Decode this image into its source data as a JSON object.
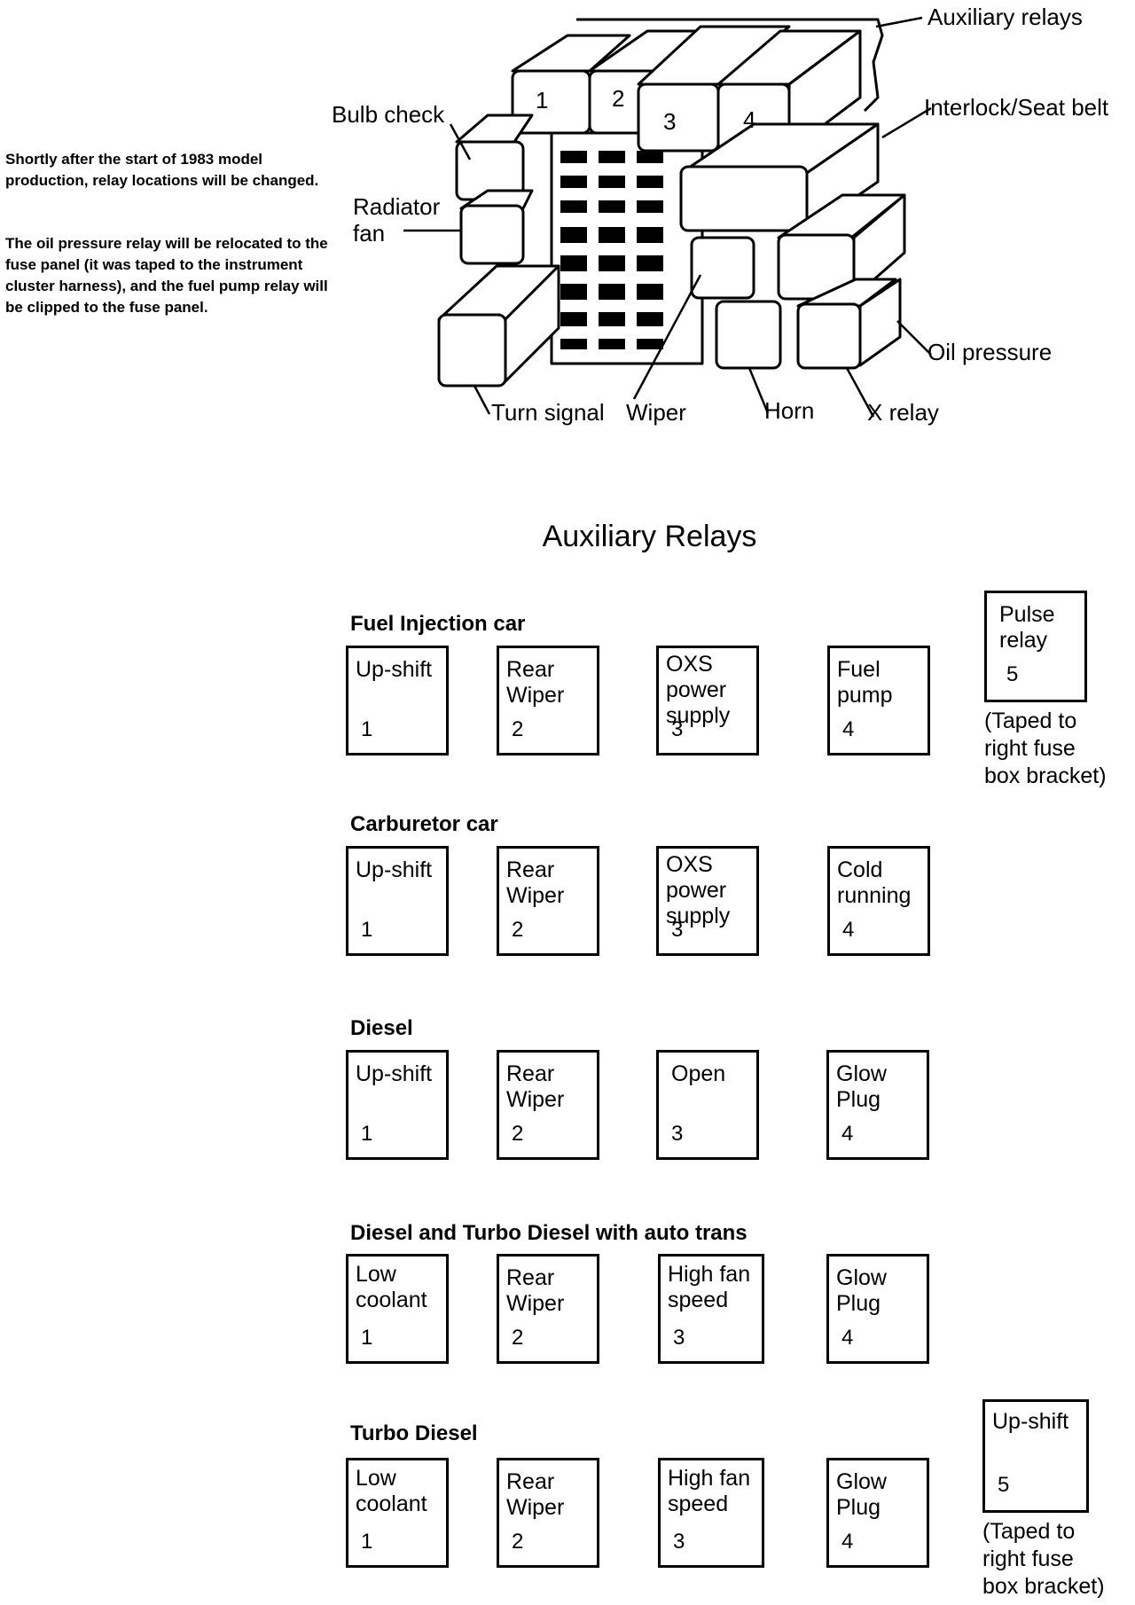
{
  "note": {
    "para1": "Shortly after the start of 1983 model production, relay locations will be changed.",
    "para2": "The oil pressure relay will be relocated to the fuse panel (it was taped to the instrument cluster harness), and the fuel pump relay will be clipped to the fuse panel."
  },
  "diagram": {
    "labels": {
      "auxiliary": "Auxiliary relays",
      "interlock": "Interlock/Seat belt",
      "bulb_check": "Bulb check",
      "radiator_fan_1": "Radiator",
      "radiator_fan_2": "fan",
      "oil_pressure": "Oil pressure",
      "turn_signal": "Turn signal",
      "wiper": "Wiper",
      "horn": "Horn",
      "x_relay": "X relay"
    },
    "relay_numbers": [
      "1",
      "2",
      "3",
      "4"
    ]
  },
  "title": "Auxiliary Relays",
  "groups": [
    {
      "title": "Fuel Injection car",
      "relays": [
        {
          "label": "Up-shift",
          "num": "1"
        },
        {
          "label": "Rear\nWiper",
          "num": "2"
        },
        {
          "label": "OXS\npower\nsupply",
          "num": "3"
        },
        {
          "label": "Fuel\npump",
          "num": "4"
        }
      ],
      "extra": {
        "label": "Pulse\nrelay",
        "num": "5",
        "note": "(Taped to\nright fuse\nbox bracket)"
      }
    },
    {
      "title": "Carburetor car",
      "relays": [
        {
          "label": "Up-shift",
          "num": "1"
        },
        {
          "label": "Rear\nWiper",
          "num": "2"
        },
        {
          "label": "OXS\npower\nsupply",
          "num": "3"
        },
        {
          "label": "Cold\nrunning",
          "num": "4"
        }
      ]
    },
    {
      "title": "Diesel",
      "relays": [
        {
          "label": "Up-shift",
          "num": "1"
        },
        {
          "label": "Rear\nWiper",
          "num": "2"
        },
        {
          "label": "Open",
          "num": "3"
        },
        {
          "label": "Glow\nPlug",
          "num": "4"
        }
      ]
    },
    {
      "title": "Diesel and Turbo Diesel with auto trans",
      "relays": [
        {
          "label": "Low\ncoolant",
          "num": "1"
        },
        {
          "label": "Rear\nWiper",
          "num": "2"
        },
        {
          "label": "High fan\nspeed",
          "num": "3"
        },
        {
          "label": "Glow\nPlug",
          "num": "4"
        }
      ]
    },
    {
      "title": "Turbo Diesel",
      "relays": [
        {
          "label": "Low\ncoolant",
          "num": "1"
        },
        {
          "label": "Rear\nWiper",
          "num": "2"
        },
        {
          "label": "High fan\nspeed",
          "num": "3"
        },
        {
          "label": "Glow\nPlug",
          "num": "4"
        }
      ],
      "extra": {
        "label": "Up-shift",
        "num": "5",
        "note": "(Taped to\nright fuse\nbox bracket)"
      }
    }
  ]
}
